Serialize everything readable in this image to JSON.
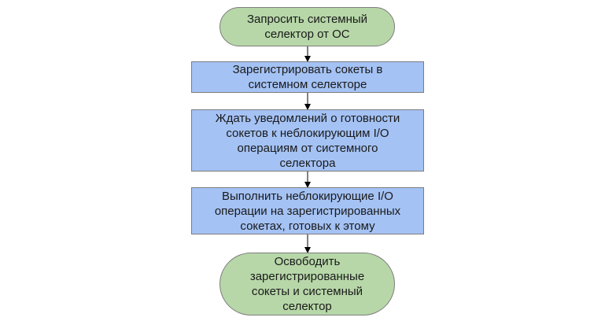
{
  "flowchart": {
    "nodes": [
      {
        "id": "n1",
        "shape": "terminal",
        "text": "Запросить системный\nселектор от ОС"
      },
      {
        "id": "n2",
        "shape": "process",
        "text": "Зарегистрировать сокеты в\nсистемном селекторе"
      },
      {
        "id": "n3",
        "shape": "process",
        "text": "Ждать уведомлений о готовности\nсокетов к неблокирующим I/O\nоперациям от системного\nселектора"
      },
      {
        "id": "n4",
        "shape": "process",
        "text": "Выполнить неблокирующие I/O\nоперации на зарегистрированных\nсокетах, готовых к этому"
      },
      {
        "id": "n5",
        "shape": "terminal",
        "text": "Освободить\nзарегистрированные\nсокеты и системный\nселектор"
      }
    ],
    "edges": [
      {
        "from": "n1",
        "to": "n2"
      },
      {
        "from": "n2",
        "to": "n3"
      },
      {
        "from": "n3",
        "to": "n4"
      },
      {
        "from": "n4",
        "to": "n5"
      }
    ],
    "colors": {
      "terminal_fill": "#b7d7a8",
      "process_fill": "#a4c2f4",
      "border": "#7d7d7d",
      "arrow": "#000000"
    }
  }
}
